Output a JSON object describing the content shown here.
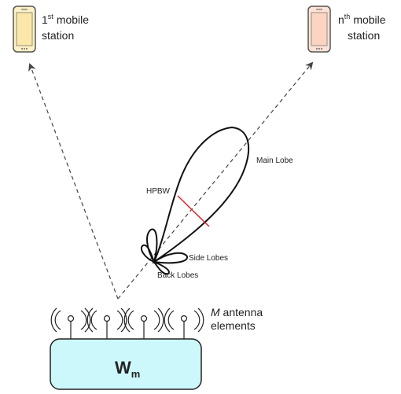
{
  "mobile_station_first": {
    "number": "1",
    "superscript": "st",
    "line1": "mobile",
    "line2": "station"
  },
  "mobile_station_nth": {
    "number": "n",
    "superscript": "th",
    "line1": "mobile",
    "line2": "station"
  },
  "beam_labels": {
    "main_lobe": "Main Lobe",
    "hpbw": "HPBW",
    "side_lobes": "Side Lobes",
    "back_lobes": "Back Lobes"
  },
  "antenna": {
    "m_italic": "M",
    "line1_rest": " antenna",
    "line2": "elements",
    "count": 4
  },
  "weight_matrix": {
    "symbol": "W",
    "subscript": "m"
  },
  "colors": {
    "phone_first_fill": "#fdf1c4",
    "phone_nth_fill": "#fde3d6",
    "box_fill": "#cdf8fb",
    "hpbw_line": "#e0262d",
    "stroke": "#111111"
  }
}
